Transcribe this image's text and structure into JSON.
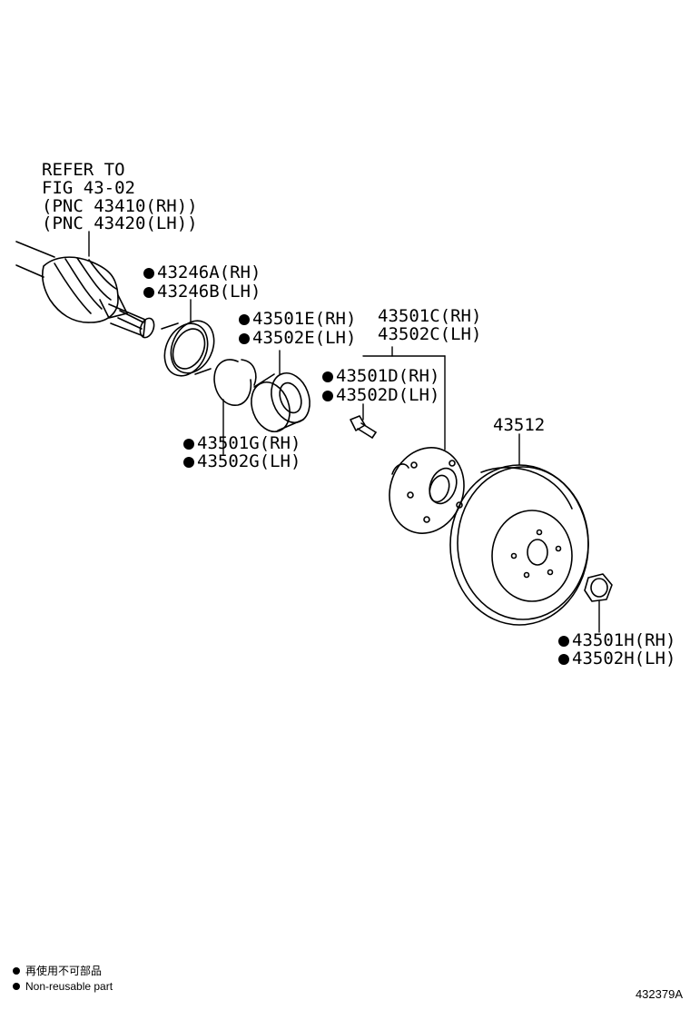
{
  "callouts": {
    "driveshaft": [
      "REFER TO",
      "FIG 43-02",
      "(PNC 43410(RH))",
      "(PNC 43420(LH))"
    ],
    "bearing_cover": [
      "43246A(RH)",
      "43246B(LH)"
    ],
    "hub_bearing": [
      "43501E(RH)",
      "43502E(LH)"
    ],
    "hub_assy": [
      "43501C(RH)",
      "43502C(LH)"
    ],
    "hub_bolt": [
      "43501D(RH)",
      "43502D(LH)"
    ],
    "snap_ring": [
      "43501G(RH)",
      "43502G(LH)"
    ],
    "disc": "43512",
    "nut": [
      "43501H(RH)",
      "43502H(LH)"
    ]
  },
  "legend": {
    "line1": "再使用不可部品",
    "line2": "Non-reusable part"
  },
  "figure_id": "432379A"
}
